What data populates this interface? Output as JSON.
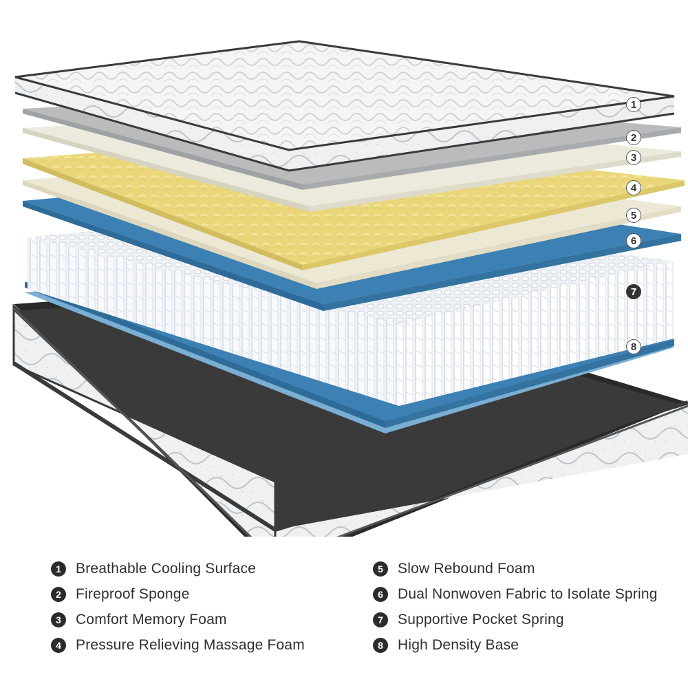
{
  "layers": [
    {
      "number": "1",
      "label": "Breathable Cooling Surface"
    },
    {
      "number": "2",
      "label": "Fireproof Sponge"
    },
    {
      "number": "3",
      "label": "Comfort Memory Foam"
    },
    {
      "number": "4",
      "label": "Pressure Relieving Massage Foam"
    },
    {
      "number": "5",
      "label": "Slow Rebound Foam"
    },
    {
      "number": "6",
      "label": "Dual Nonwoven Fabric to Isolate Spring"
    },
    {
      "number": "7",
      "label": "Supportive Pocket Spring"
    },
    {
      "number": "8",
      "label": "High Density Base"
    }
  ],
  "colors": {
    "quilted_top": "#f2f3f4",
    "fireproof_sponge": "#b9bbbd",
    "memory_foam": "#eceadc",
    "massage_foam": "#ead77a",
    "slow_rebound_foam": "#ece8d4",
    "nonwoven_fabric": "#3c80b4",
    "pocket_springs": "#f3f5f9",
    "base_cover": "#eceeef",
    "edge_binding": "#3a3a3a"
  }
}
